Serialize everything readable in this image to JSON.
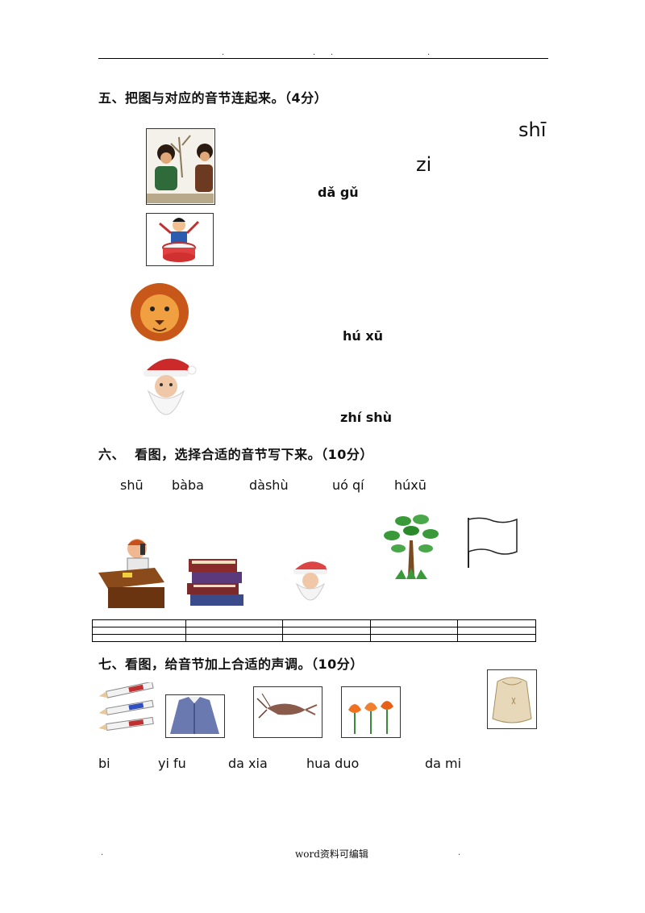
{
  "header": {
    "dots": [
      ".",
      ".",
      ".",
      "."
    ]
  },
  "section5": {
    "title": "五、把图与对应的音节连起来。（4分）",
    "pinyin": [
      "shī",
      "zi",
      "dǎ gǔ",
      "hú xū",
      "zhí shù"
    ]
  },
  "section6": {
    "title": "六、  看图，选择合适的音节写下来。（10分）",
    "options": [
      "shū",
      "bàba",
      "dàshù",
      "uó qí",
      "húxū"
    ]
  },
  "section7": {
    "title": "七、看图，给音节加上合适的声调。（10分）",
    "words": [
      "bi",
      "yi fu",
      "da xia",
      "hua duo",
      "da mi"
    ]
  },
  "footer": {
    "left_dot": ".",
    "text": "word资料可编辑",
    "right_dot": "."
  },
  "icons": [
    "children-planting-tree",
    "drummer",
    "lion",
    "santa-claus",
    "man-on-phone",
    "stack-of-books",
    "santa-claus-small",
    "tree",
    "flag",
    "pencils",
    "jacket",
    "shrimp",
    "flowers",
    "rice-sack"
  ]
}
